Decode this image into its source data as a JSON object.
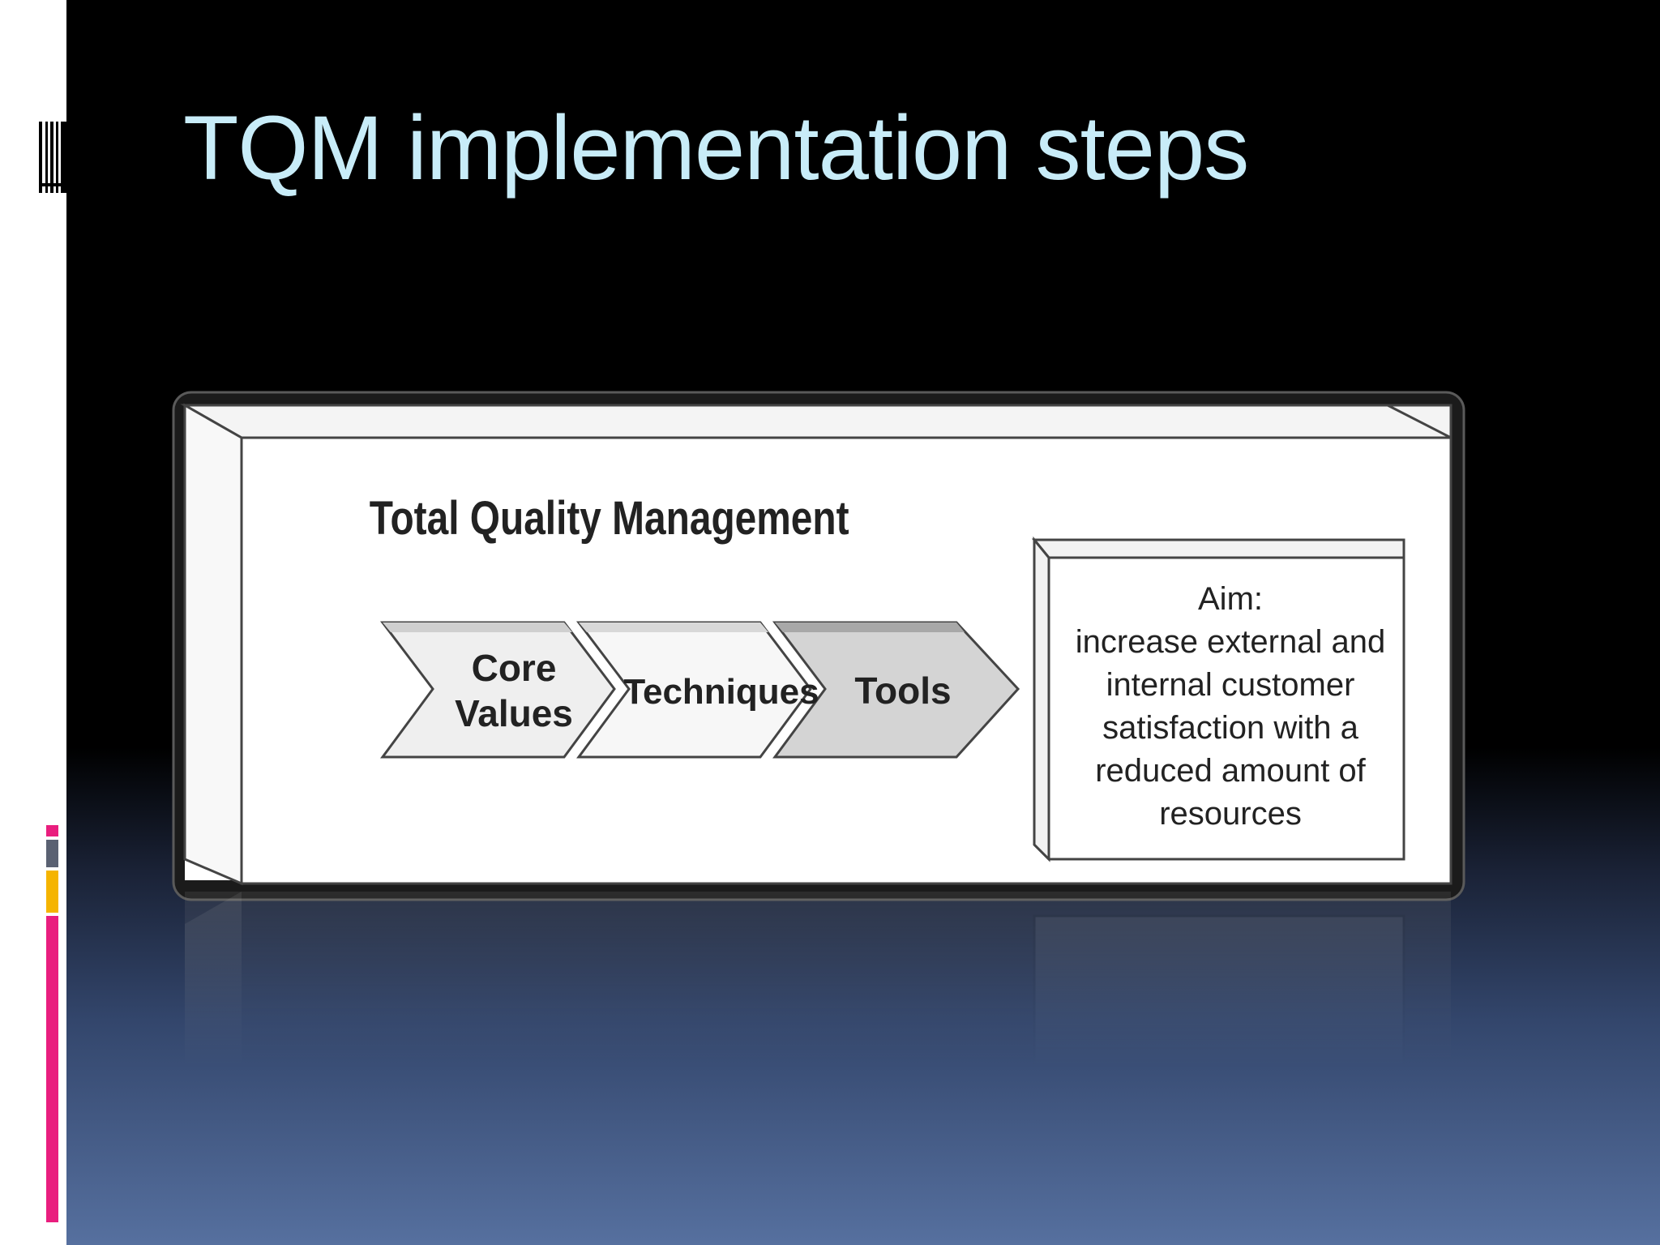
{
  "slide": {
    "title": "TQM implementation steps"
  },
  "diagram": {
    "heading": "Total Quality Management",
    "steps": [
      {
        "lines": [
          "Core",
          "Values"
        ]
      },
      {
        "lines": [
          "Techniques"
        ]
      },
      {
        "lines": [
          "Tools"
        ]
      }
    ],
    "aim": {
      "label": "Aim:",
      "lines": [
        "increase external and",
        "internal customer",
        "satisfaction with a",
        "reduced amount of",
        "resources"
      ]
    }
  },
  "colors": {
    "title": "#c8ecf8",
    "accent_pink": "#e91e7e",
    "accent_gray": "#5a6172",
    "accent_yellow": "#f5b400",
    "chevron_light": "#efefef",
    "chevron_dark": "#d4d4d4"
  }
}
